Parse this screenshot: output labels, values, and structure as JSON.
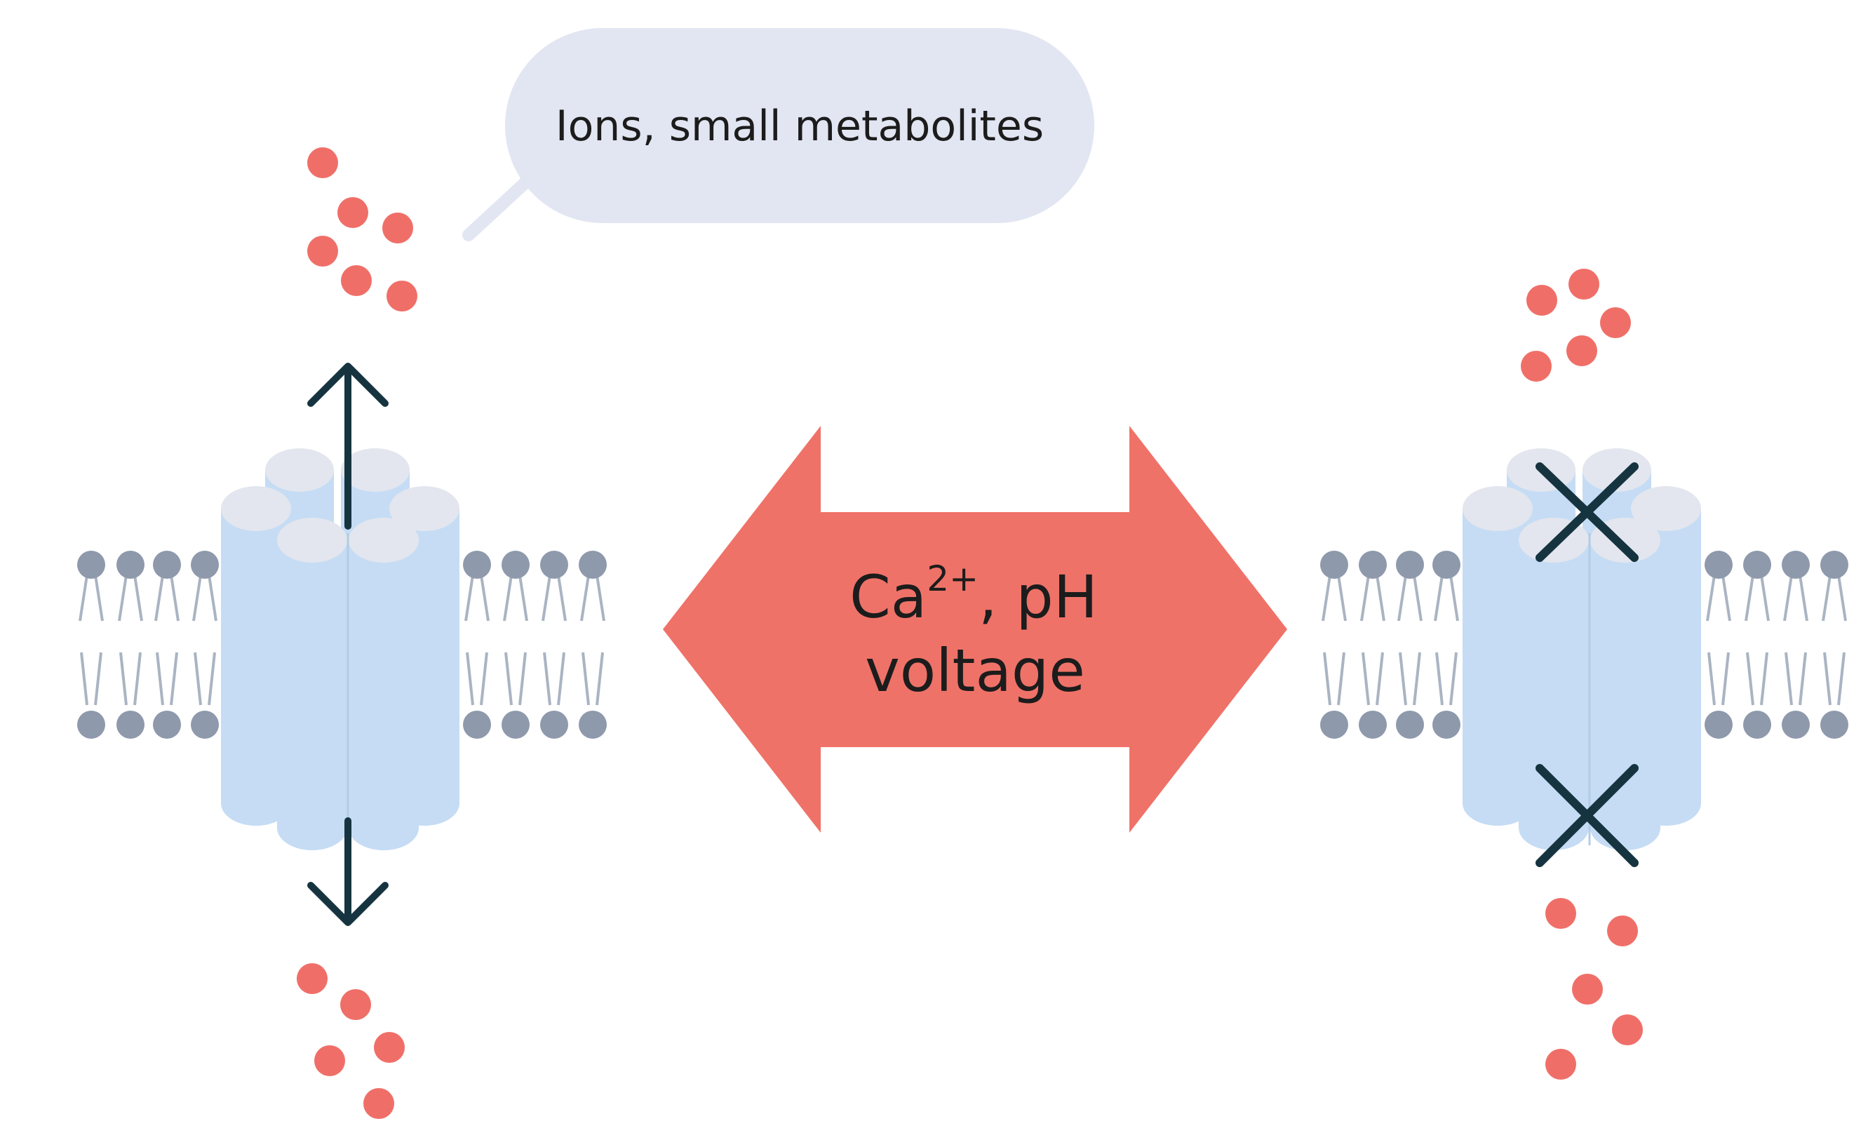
{
  "callout": {
    "text": "Ions, small metabolites"
  },
  "center": {
    "ion": "Ca",
    "charge": "2+",
    "rest": ", pH",
    "line2": "voltage"
  },
  "colors": {
    "background": "#ffffff",
    "particle": "#ef6f68",
    "arrow": "#ef7268",
    "lipid_head": "#8e99ab",
    "lipid_tail": "#aab4c2",
    "channel_body": "#c5dcf4",
    "channel_top": "#e3e6ee",
    "callout_fill": "#e2e6f2",
    "dark_mark": "#163440",
    "text": "#1c1c1c"
  },
  "icons": {
    "open_channel": "double-headed-arrow-icon",
    "closed_channel": "x-mark-icon"
  }
}
